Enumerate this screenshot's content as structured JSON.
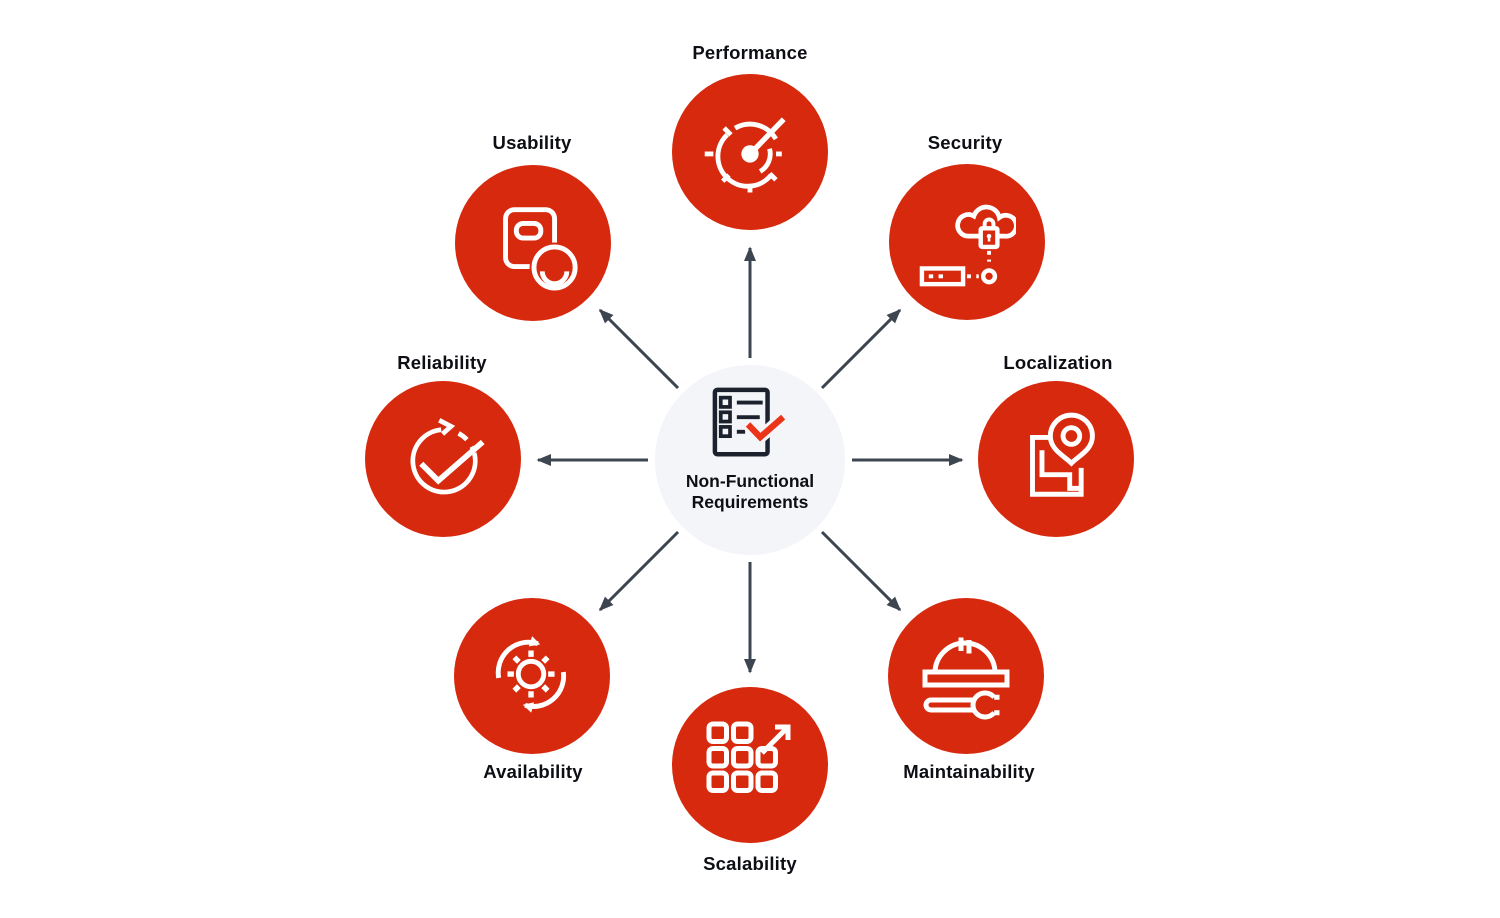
{
  "title": "Non-Functional Requirements",
  "center": {
    "line1": "Non-Functional",
    "line2": "Requirements",
    "icon": "checklist-check-icon"
  },
  "nodes": [
    {
      "label": "Performance",
      "icon": "speedometer-icon",
      "label_position": "above"
    },
    {
      "label": "Security",
      "icon": "cloud-lock-network-icon",
      "label_position": "above"
    },
    {
      "label": "Localization",
      "icon": "map-pin-icon",
      "label_position": "above"
    },
    {
      "label": "Maintainability",
      "icon": "hardhat-wrench-icon",
      "label_position": "below"
    },
    {
      "label": "Scalability",
      "icon": "grid-expand-arrow-icon",
      "label_position": "below"
    },
    {
      "label": "Availability",
      "icon": "gear-refresh-icon",
      "label_position": "below"
    },
    {
      "label": "Reliability",
      "icon": "circular-arrow-check-icon",
      "label_position": "above"
    },
    {
      "label": "Usability",
      "icon": "app-smiley-icon",
      "label_position": "above"
    }
  ],
  "colors": {
    "node_red": "#d7290e",
    "arrow": "#3d4550",
    "hub_bg": "#f3f5f8",
    "icon_stroke": "#ffffff",
    "center_icon_stroke": "#1c222d",
    "center_check": "#ec3418",
    "label_text": "#0d0f14",
    "background": "#ffffff"
  }
}
